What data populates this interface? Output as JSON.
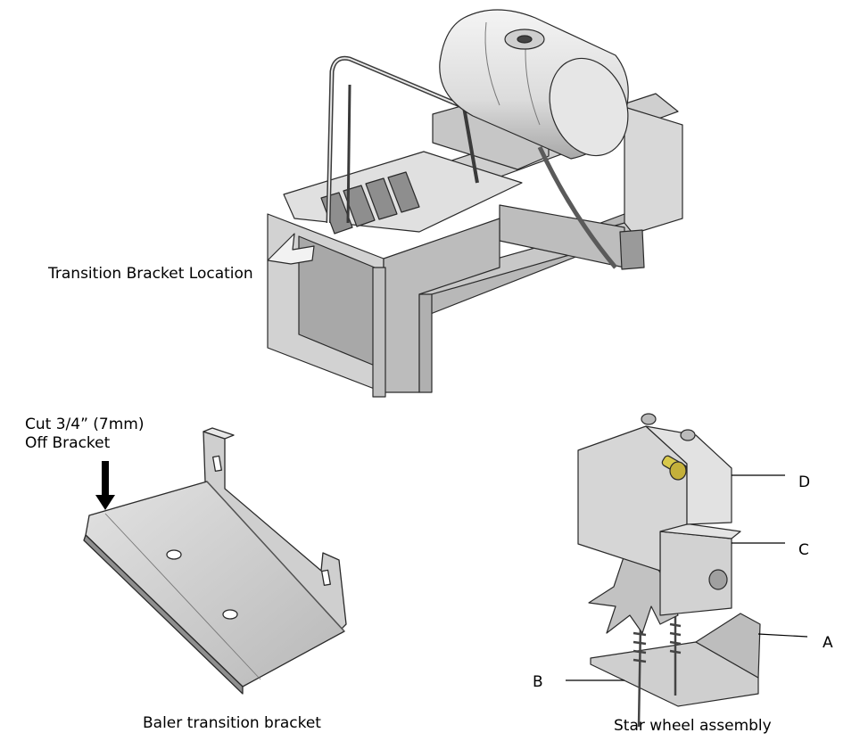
{
  "labels": {
    "transition_location": "Transition Bracket Location",
    "cut_line1": "Cut 3/4” (7mm)",
    "cut_line2": "Off Bracket",
    "baler_caption": "Baler transition bracket",
    "star_caption": "Star wheel assembly",
    "callout_a": "A",
    "callout_b": "B",
    "callout_c": "C",
    "callout_d": "D"
  },
  "colors": {
    "metal_light": "#e4e4e4",
    "metal_mid": "#c4c4c4",
    "metal_dark": "#8c8c8c",
    "outline": "#2a2a2a",
    "bolt_gold": "#d8c84a"
  }
}
